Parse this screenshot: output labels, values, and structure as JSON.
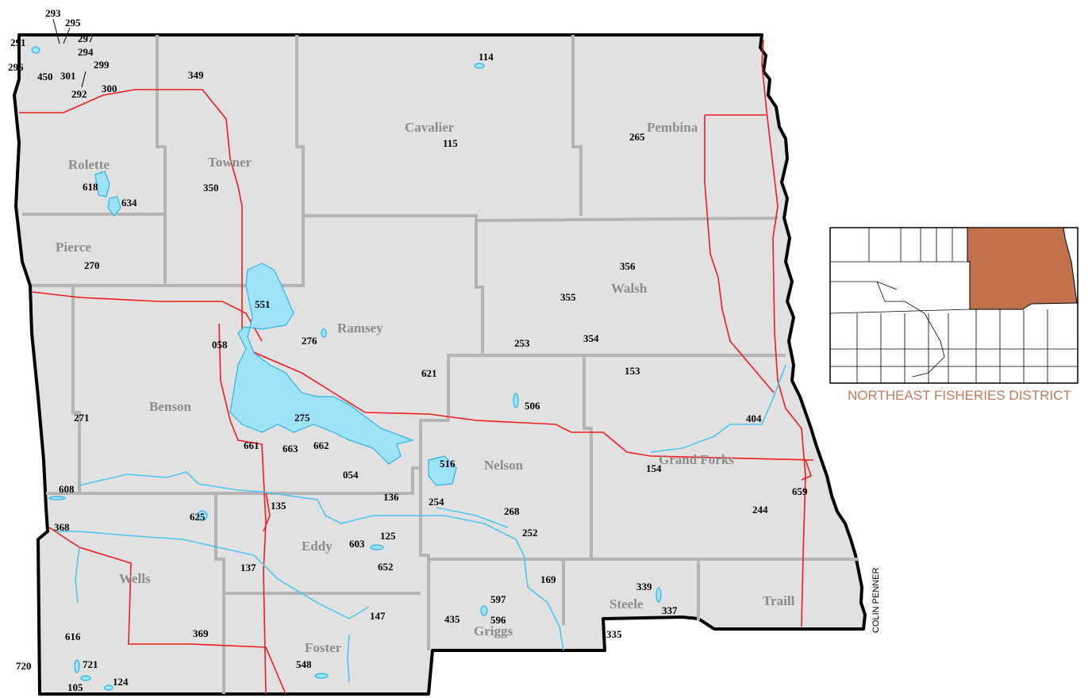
{
  "counties": [
    {
      "key": "rolette",
      "name": "Rolette"
    },
    {
      "key": "towner",
      "name": "Towner"
    },
    {
      "key": "cavalier",
      "name": "Cavalier"
    },
    {
      "key": "pembina",
      "name": "Pembina"
    },
    {
      "key": "pierce",
      "name": "Pierce"
    },
    {
      "key": "ramsey",
      "name": "Ramsey"
    },
    {
      "key": "walsh",
      "name": "Walsh"
    },
    {
      "key": "benson",
      "name": "Benson"
    },
    {
      "key": "nelson",
      "name": "Nelson"
    },
    {
      "key": "grand_forks",
      "name": "Grand Forks"
    },
    {
      "key": "wells",
      "name": "Wells"
    },
    {
      "key": "eddy",
      "name": "Eddy"
    },
    {
      "key": "foster",
      "name": "Foster"
    },
    {
      "key": "griggs",
      "name": "Griggs"
    },
    {
      "key": "steele",
      "name": "Steele"
    },
    {
      "key": "traill",
      "name": "Traill"
    }
  ],
  "lakes": [
    "293",
    "295",
    "297",
    "291",
    "294",
    "296",
    "450",
    "301",
    "299",
    "292",
    "300",
    "349",
    "114",
    "115",
    "265",
    "618",
    "634",
    "350",
    "270",
    "356",
    "355",
    "551",
    "276",
    "058",
    "253",
    "354",
    "153",
    "621",
    "506",
    "271",
    "275",
    "661",
    "663",
    "662",
    "054",
    "516",
    "404",
    "154",
    "608",
    "136",
    "254",
    "268",
    "135",
    "244",
    "659",
    "625",
    "368",
    "603",
    "125",
    "652",
    "252",
    "137",
    "169",
    "339",
    "337",
    "147",
    "597",
    "596",
    "435",
    "369",
    "335",
    "616",
    "720",
    "721",
    "105",
    "124",
    "548"
  ],
  "inset": {
    "caption": "NORTHEAST FISHERIES DISTRICT",
    "highlight_color": "#c1724c"
  },
  "credit": "COLIN PENNER",
  "colors": {
    "county_fill": "#e1e1e1",
    "county_border": "#b4b4b4",
    "road": "#ee1c1c",
    "water": "#4cc6f0",
    "water_fill": "#9ee2f7",
    "boundary": "#000000"
  }
}
